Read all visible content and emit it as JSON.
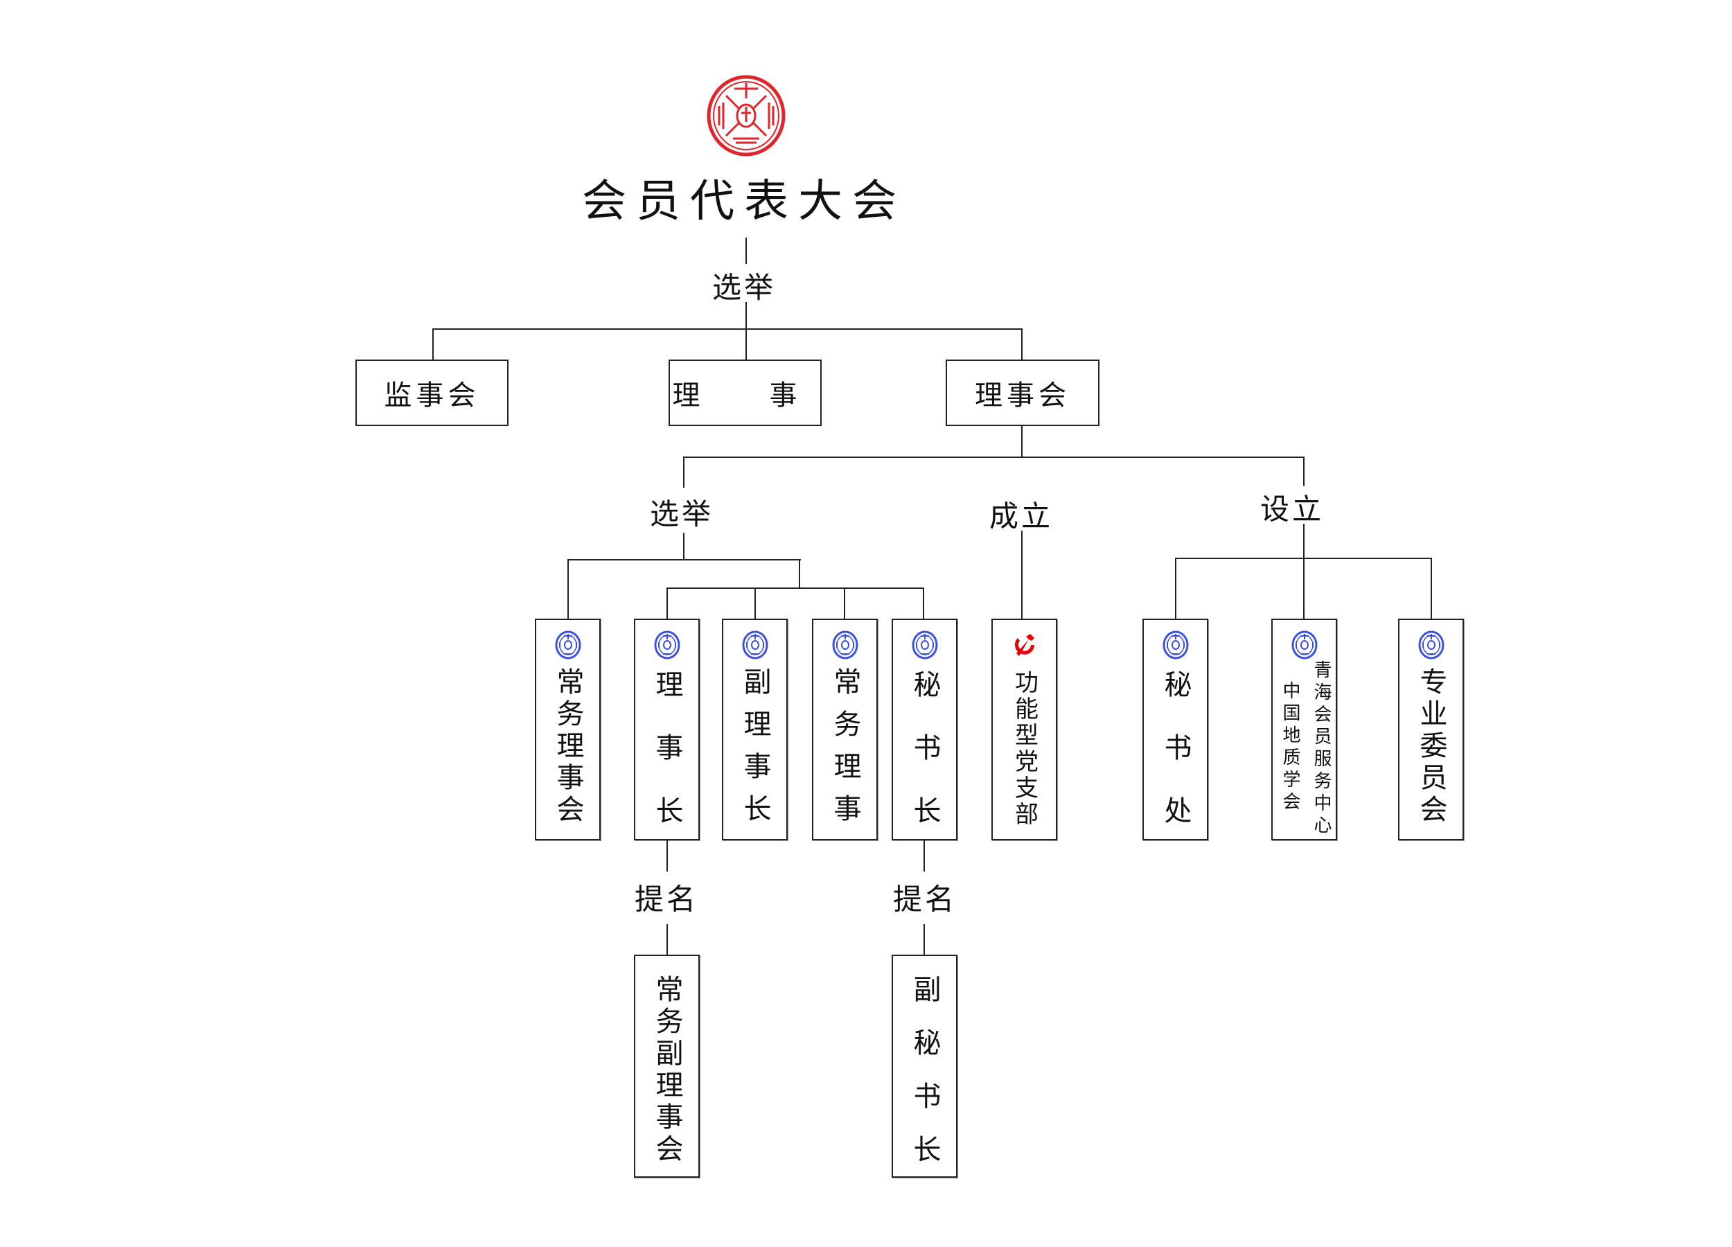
{
  "header": {
    "logo": "red-seal-emblem",
    "title": "会员代表大会"
  },
  "relations": {
    "elect_top": "选举",
    "elect": "选举",
    "establish": "成立",
    "setup": "设立",
    "nominate_1": "提名",
    "nominate_2": "提名"
  },
  "level1": [
    "监事会",
    "理　事",
    "理事会"
  ],
  "level2": {
    "elected": [
      "常务理事会",
      "理事长",
      "副理事长",
      "常务理事",
      "秘书长"
    ],
    "established": "功能型党支部",
    "setup": {
      "secretariat": "秘书处",
      "service_center_line1": "青海会员服务中心",
      "service_center_line2": "中国地质学会",
      "committees": "专业委员会"
    }
  },
  "level3": [
    "常务副理事会",
    "副秘书长"
  ],
  "colors": {
    "seal": "#e0262b",
    "emblem": "#3b4fe0",
    "party": "#e60000",
    "line": "#222222"
  }
}
